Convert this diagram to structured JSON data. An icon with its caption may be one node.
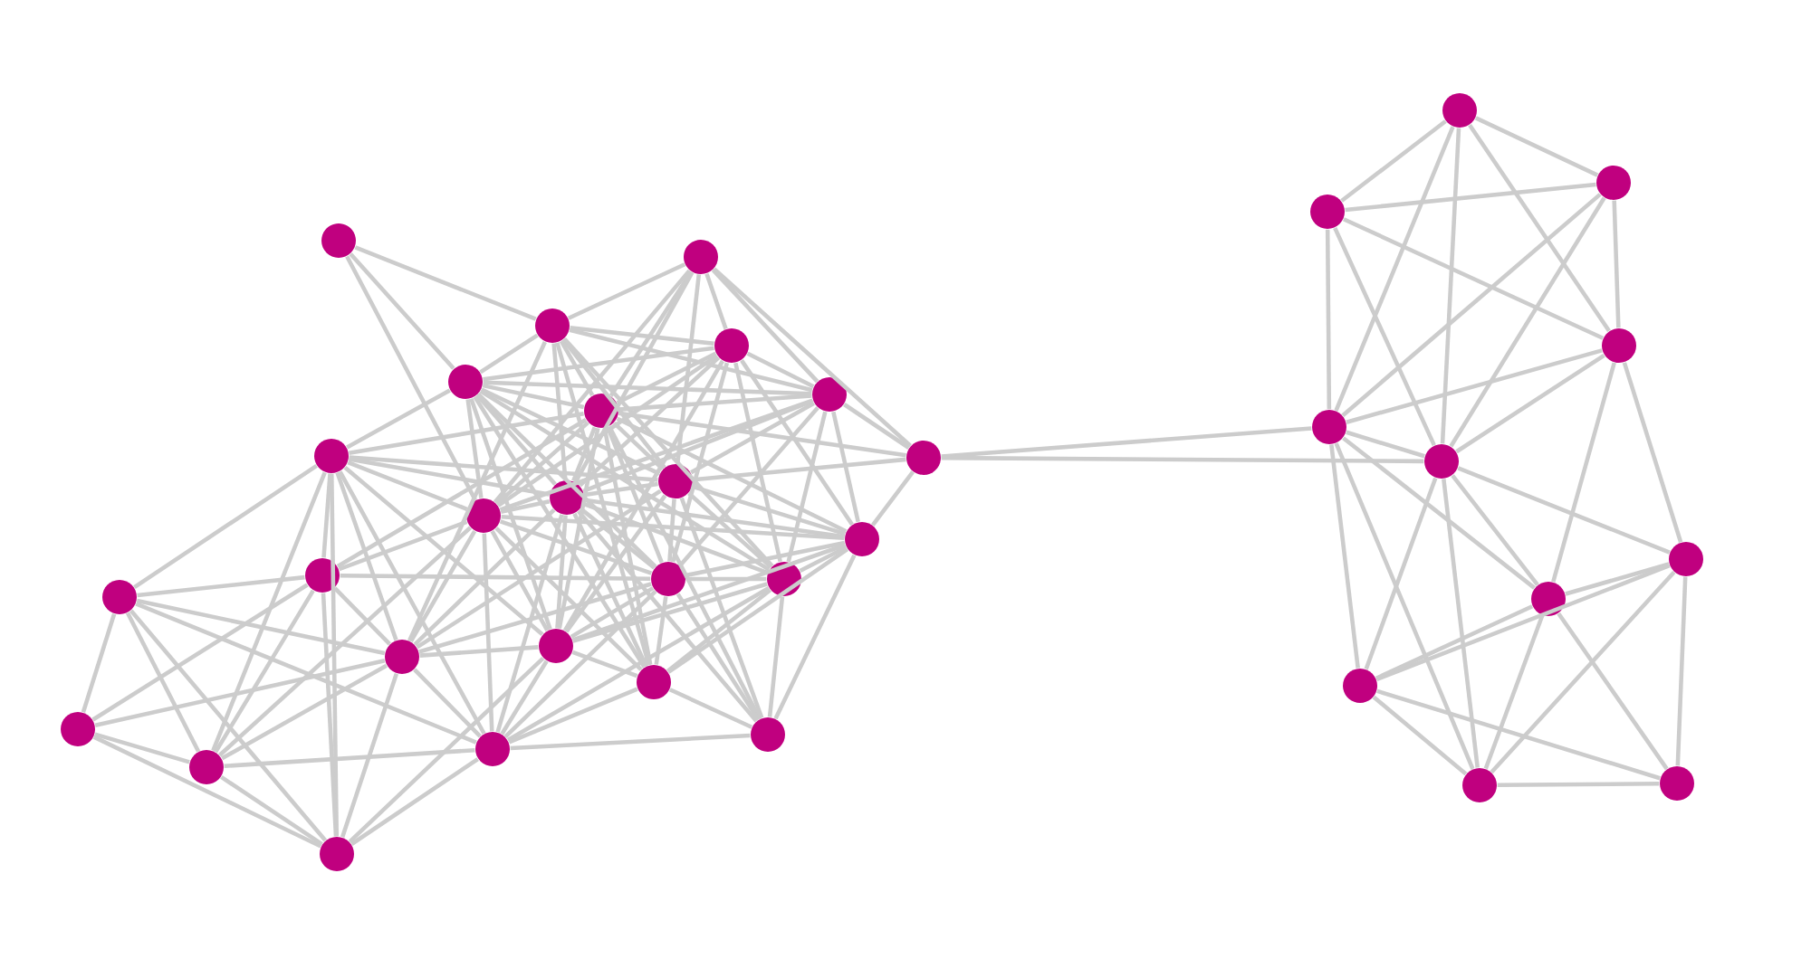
{
  "diagram": {
    "nodes": [
      {
        "text": [],
        "shape": "circle"
      },
      {
        "text": [],
        "shape": "circle"
      },
      {
        "text": [],
        "shape": "circle"
      },
      {
        "text": [],
        "shape": "circle"
      },
      {
        "text": [],
        "shape": "circle"
      },
      {
        "text": [],
        "shape": "circle"
      },
      {
        "text": [],
        "shape": "circle"
      },
      {
        "text": [],
        "shape": "circle"
      },
      {
        "text": [],
        "shape": "circle"
      },
      {
        "text": [],
        "shape": "circle"
      },
      {
        "text": [],
        "shape": "circle"
      },
      {
        "text": [],
        "shape": "circle"
      },
      {
        "text": [],
        "shape": "circle"
      },
      {
        "text": [],
        "shape": "circle"
      },
      {
        "text": [],
        "shape": "circle"
      },
      {
        "text": [],
        "shape": "circle"
      },
      {
        "text": [],
        "shape": "circle"
      },
      {
        "text": [],
        "shape": "circle"
      },
      {
        "text": [],
        "shape": "circle"
      },
      {
        "text": [],
        "shape": "circle"
      },
      {
        "text": [],
        "shape": "circle"
      },
      {
        "text": [],
        "shape": "circle"
      },
      {
        "text": [],
        "shape": "circle"
      },
      {
        "text": [],
        "shape": "circle"
      },
      {
        "text": [],
        "shape": "circle"
      },
      {
        "text": [],
        "shape": "circle"
      },
      {
        "text": [],
        "shape": "circle"
      },
      {
        "text": [],
        "shape": "circle"
      },
      {
        "text": [],
        "shape": "circle"
      },
      {
        "text": [],
        "shape": "circle"
      },
      {
        "text": [],
        "shape": "circle"
      },
      {
        "text": [],
        "shape": "circle"
      },
      {
        "text": [],
        "shape": "circle"
      },
      {
        "text": [],
        "shape": "circle"
      },
      {
        "text": [],
        "shape": "circle"
      },
      {
        "text": [],
        "shape": "circle"
      }
    ],
    "edges": [
      {
        "from": 0,
        "to": 2,
        "arrow": "none"
      },
      {
        "from": 0,
        "to": 4,
        "arrow": "none"
      },
      {
        "from": 0,
        "to": 11,
        "arrow": "none"
      },
      {
        "from": 1,
        "to": 2,
        "arrow": "none"
      },
      {
        "from": 1,
        "to": 3,
        "arrow": "none"
      },
      {
        "from": 1,
        "to": 5,
        "arrow": "none"
      },
      {
        "from": 1,
        "to": 6,
        "arrow": "none"
      },
      {
        "from": 1,
        "to": 9,
        "arrow": "none"
      },
      {
        "from": 1,
        "to": 10,
        "arrow": "none"
      },
      {
        "from": 1,
        "to": 8,
        "arrow": "none"
      },
      {
        "from": 1,
        "to": 11,
        "arrow": "none"
      },
      {
        "from": 2,
        "to": 3,
        "arrow": "none"
      },
      {
        "from": 2,
        "to": 4,
        "arrow": "none"
      },
      {
        "from": 2,
        "to": 5,
        "arrow": "none"
      },
      {
        "from": 2,
        "to": 6,
        "arrow": "none"
      },
      {
        "from": 2,
        "to": 9,
        "arrow": "none"
      },
      {
        "from": 2,
        "to": 10,
        "arrow": "none"
      },
      {
        "from": 2,
        "to": 16,
        "arrow": "none"
      },
      {
        "from": 2,
        "to": 17,
        "arrow": "none"
      },
      {
        "from": 2,
        "to": 19,
        "arrow": "none"
      },
      {
        "from": 3,
        "to": 4,
        "arrow": "none"
      },
      {
        "from": 3,
        "to": 5,
        "arrow": "none"
      },
      {
        "from": 3,
        "to": 6,
        "arrow": "none"
      },
      {
        "from": 3,
        "to": 10,
        "arrow": "none"
      },
      {
        "from": 3,
        "to": 11,
        "arrow": "none"
      },
      {
        "from": 3,
        "to": 15,
        "arrow": "none"
      },
      {
        "from": 3,
        "to": 16,
        "arrow": "none"
      },
      {
        "from": 3,
        "to": 18,
        "arrow": "none"
      },
      {
        "from": 3,
        "to": 12,
        "arrow": "none"
      },
      {
        "from": 4,
        "to": 5,
        "arrow": "none"
      },
      {
        "from": 4,
        "to": 6,
        "arrow": "none"
      },
      {
        "from": 4,
        "to": 7,
        "arrow": "none"
      },
      {
        "from": 4,
        "to": 9,
        "arrow": "none"
      },
      {
        "from": 4,
        "to": 10,
        "arrow": "none"
      },
      {
        "from": 4,
        "to": 11,
        "arrow": "none"
      },
      {
        "from": 4,
        "to": 15,
        "arrow": "none"
      },
      {
        "from": 4,
        "to": 16,
        "arrow": "none"
      },
      {
        "from": 4,
        "to": 18,
        "arrow": "none"
      },
      {
        "from": 4,
        "to": 19,
        "arrow": "none"
      },
      {
        "from": 5,
        "to": 6,
        "arrow": "none"
      },
      {
        "from": 5,
        "to": 8,
        "arrow": "none"
      },
      {
        "from": 5,
        "to": 9,
        "arrow": "none"
      },
      {
        "from": 5,
        "to": 10,
        "arrow": "none"
      },
      {
        "from": 5,
        "to": 11,
        "arrow": "none"
      },
      {
        "from": 5,
        "to": 12,
        "arrow": "none"
      },
      {
        "from": 5,
        "to": 15,
        "arrow": "none"
      },
      {
        "from": 5,
        "to": 16,
        "arrow": "none"
      },
      {
        "from": 6,
        "to": 7,
        "arrow": "none"
      },
      {
        "from": 6,
        "to": 8,
        "arrow": "none"
      },
      {
        "from": 6,
        "to": 9,
        "arrow": "none"
      },
      {
        "from": 6,
        "to": 10,
        "arrow": "none"
      },
      {
        "from": 6,
        "to": 11,
        "arrow": "none"
      },
      {
        "from": 6,
        "to": 12,
        "arrow": "none"
      },
      {
        "from": 6,
        "to": 14,
        "arrow": "none"
      },
      {
        "from": 6,
        "to": 15,
        "arrow": "none"
      },
      {
        "from": 6,
        "to": 18,
        "arrow": "none"
      },
      {
        "from": 6,
        "to": 19,
        "arrow": "none"
      },
      {
        "from": 6,
        "to": 23,
        "arrow": "none"
      },
      {
        "from": 7,
        "to": 9,
        "arrow": "none"
      },
      {
        "from": 7,
        "to": 10,
        "arrow": "none"
      },
      {
        "from": 7,
        "to": 11,
        "arrow": "none"
      },
      {
        "from": 7,
        "to": 13,
        "arrow": "none"
      },
      {
        "from": 7,
        "to": 14,
        "arrow": "none"
      },
      {
        "from": 7,
        "to": 17,
        "arrow": "none"
      },
      {
        "from": 7,
        "to": 18,
        "arrow": "none"
      },
      {
        "from": 7,
        "to": 21,
        "arrow": "none"
      },
      {
        "from": 7,
        "to": 24,
        "arrow": "none"
      },
      {
        "from": 7,
        "to": 22,
        "arrow": "none"
      },
      {
        "from": 8,
        "to": 9,
        "arrow": "none"
      },
      {
        "from": 8,
        "to": 12,
        "arrow": "none"
      },
      {
        "from": 8,
        "to": 29,
        "arrow": "none"
      },
      {
        "from": 8,
        "to": 30,
        "arrow": "none"
      },
      {
        "from": 9,
        "to": 10,
        "arrow": "none"
      },
      {
        "from": 9,
        "to": 12,
        "arrow": "none"
      },
      {
        "from": 9,
        "to": 15,
        "arrow": "none"
      },
      {
        "from": 9,
        "to": 16,
        "arrow": "none"
      },
      {
        "from": 9,
        "to": 17,
        "arrow": "none"
      },
      {
        "from": 9,
        "to": 18,
        "arrow": "none"
      },
      {
        "from": 9,
        "to": 23,
        "arrow": "none"
      },
      {
        "from": 10,
        "to": 11,
        "arrow": "none"
      },
      {
        "from": 10,
        "to": 12,
        "arrow": "none"
      },
      {
        "from": 10,
        "to": 15,
        "arrow": "none"
      },
      {
        "from": 10,
        "to": 16,
        "arrow": "none"
      },
      {
        "from": 10,
        "to": 17,
        "arrow": "none"
      },
      {
        "from": 10,
        "to": 18,
        "arrow": "none"
      },
      {
        "from": 10,
        "to": 19,
        "arrow": "none"
      },
      {
        "from": 10,
        "to": 22,
        "arrow": "none"
      },
      {
        "from": 10,
        "to": 23,
        "arrow": "none"
      },
      {
        "from": 11,
        "to": 12,
        "arrow": "none"
      },
      {
        "from": 11,
        "to": 14,
        "arrow": "none"
      },
      {
        "from": 11,
        "to": 15,
        "arrow": "none"
      },
      {
        "from": 11,
        "to": 17,
        "arrow": "none"
      },
      {
        "from": 11,
        "to": 18,
        "arrow": "none"
      },
      {
        "from": 11,
        "to": 19,
        "arrow": "none"
      },
      {
        "from": 11,
        "to": 22,
        "arrow": "none"
      },
      {
        "from": 11,
        "to": 21,
        "arrow": "none"
      },
      {
        "from": 12,
        "to": 15,
        "arrow": "none"
      },
      {
        "from": 12,
        "to": 16,
        "arrow": "none"
      },
      {
        "from": 12,
        "to": 18,
        "arrow": "none"
      },
      {
        "from": 12,
        "to": 19,
        "arrow": "none"
      },
      {
        "from": 12,
        "to": 23,
        "arrow": "none"
      },
      {
        "from": 13,
        "to": 14,
        "arrow": "none"
      },
      {
        "from": 13,
        "to": 17,
        "arrow": "none"
      },
      {
        "from": 13,
        "to": 20,
        "arrow": "none"
      },
      {
        "from": 13,
        "to": 21,
        "arrow": "none"
      },
      {
        "from": 13,
        "to": 22,
        "arrow": "none"
      },
      {
        "from": 13,
        "to": 24,
        "arrow": "none"
      },
      {
        "from": 14,
        "to": 15,
        "arrow": "none"
      },
      {
        "from": 14,
        "to": 17,
        "arrow": "none"
      },
      {
        "from": 14,
        "to": 20,
        "arrow": "none"
      },
      {
        "from": 14,
        "to": 21,
        "arrow": "none"
      },
      {
        "from": 14,
        "to": 24,
        "arrow": "none"
      },
      {
        "from": 15,
        "to": 16,
        "arrow": "none"
      },
      {
        "from": 15,
        "to": 17,
        "arrow": "none"
      },
      {
        "from": 15,
        "to": 18,
        "arrow": "none"
      },
      {
        "from": 15,
        "to": 19,
        "arrow": "none"
      },
      {
        "from": 15,
        "to": 22,
        "arrow": "none"
      },
      {
        "from": 15,
        "to": 23,
        "arrow": "none"
      },
      {
        "from": 16,
        "to": 18,
        "arrow": "none"
      },
      {
        "from": 16,
        "to": 19,
        "arrow": "none"
      },
      {
        "from": 16,
        "to": 22,
        "arrow": "none"
      },
      {
        "from": 16,
        "to": 23,
        "arrow": "none"
      },
      {
        "from": 17,
        "to": 18,
        "arrow": "none"
      },
      {
        "from": 17,
        "to": 20,
        "arrow": "none"
      },
      {
        "from": 17,
        "to": 21,
        "arrow": "none"
      },
      {
        "from": 17,
        "to": 22,
        "arrow": "none"
      },
      {
        "from": 17,
        "to": 24,
        "arrow": "none"
      },
      {
        "from": 18,
        "to": 19,
        "arrow": "none"
      },
      {
        "from": 18,
        "to": 22,
        "arrow": "none"
      },
      {
        "from": 18,
        "to": 24,
        "arrow": "none"
      },
      {
        "from": 19,
        "to": 22,
        "arrow": "none"
      },
      {
        "from": 19,
        "to": 23,
        "arrow": "none"
      },
      {
        "from": 20,
        "to": 21,
        "arrow": "none"
      },
      {
        "from": 20,
        "to": 24,
        "arrow": "none"
      },
      {
        "from": 21,
        "to": 22,
        "arrow": "none"
      },
      {
        "from": 21,
        "to": 24,
        "arrow": "none"
      },
      {
        "from": 22,
        "to": 23,
        "arrow": "none"
      },
      {
        "from": 22,
        "to": 24,
        "arrow": "none"
      },
      {
        "from": 25,
        "to": 26,
        "arrow": "none"
      },
      {
        "from": 25,
        "to": 27,
        "arrow": "none"
      },
      {
        "from": 25,
        "to": 28,
        "arrow": "none"
      },
      {
        "from": 25,
        "to": 29,
        "arrow": "none"
      },
      {
        "from": 25,
        "to": 30,
        "arrow": "none"
      },
      {
        "from": 26,
        "to": 27,
        "arrow": "none"
      },
      {
        "from": 26,
        "to": 28,
        "arrow": "none"
      },
      {
        "from": 26,
        "to": 29,
        "arrow": "none"
      },
      {
        "from": 26,
        "to": 30,
        "arrow": "none"
      },
      {
        "from": 27,
        "to": 28,
        "arrow": "none"
      },
      {
        "from": 27,
        "to": 29,
        "arrow": "none"
      },
      {
        "from": 27,
        "to": 30,
        "arrow": "none"
      },
      {
        "from": 28,
        "to": 29,
        "arrow": "none"
      },
      {
        "from": 28,
        "to": 30,
        "arrow": "none"
      },
      {
        "from": 28,
        "to": 31,
        "arrow": "none"
      },
      {
        "from": 28,
        "to": 32,
        "arrow": "none"
      },
      {
        "from": 29,
        "to": 30,
        "arrow": "none"
      },
      {
        "from": 29,
        "to": 32,
        "arrow": "none"
      },
      {
        "from": 29,
        "to": 33,
        "arrow": "none"
      },
      {
        "from": 29,
        "to": 34,
        "arrow": "none"
      },
      {
        "from": 30,
        "to": 31,
        "arrow": "none"
      },
      {
        "from": 30,
        "to": 32,
        "arrow": "none"
      },
      {
        "from": 30,
        "to": 33,
        "arrow": "none"
      },
      {
        "from": 30,
        "to": 34,
        "arrow": "none"
      },
      {
        "from": 31,
        "to": 32,
        "arrow": "none"
      },
      {
        "from": 31,
        "to": 33,
        "arrow": "none"
      },
      {
        "from": 31,
        "to": 34,
        "arrow": "none"
      },
      {
        "from": 31,
        "to": 35,
        "arrow": "none"
      },
      {
        "from": 32,
        "to": 33,
        "arrow": "none"
      },
      {
        "from": 32,
        "to": 34,
        "arrow": "none"
      },
      {
        "from": 32,
        "to": 35,
        "arrow": "none"
      },
      {
        "from": 33,
        "to": 34,
        "arrow": "none"
      },
      {
        "from": 33,
        "to": 35,
        "arrow": "none"
      },
      {
        "from": 34,
        "to": 35,
        "arrow": "none"
      }
    ]
  }
}
